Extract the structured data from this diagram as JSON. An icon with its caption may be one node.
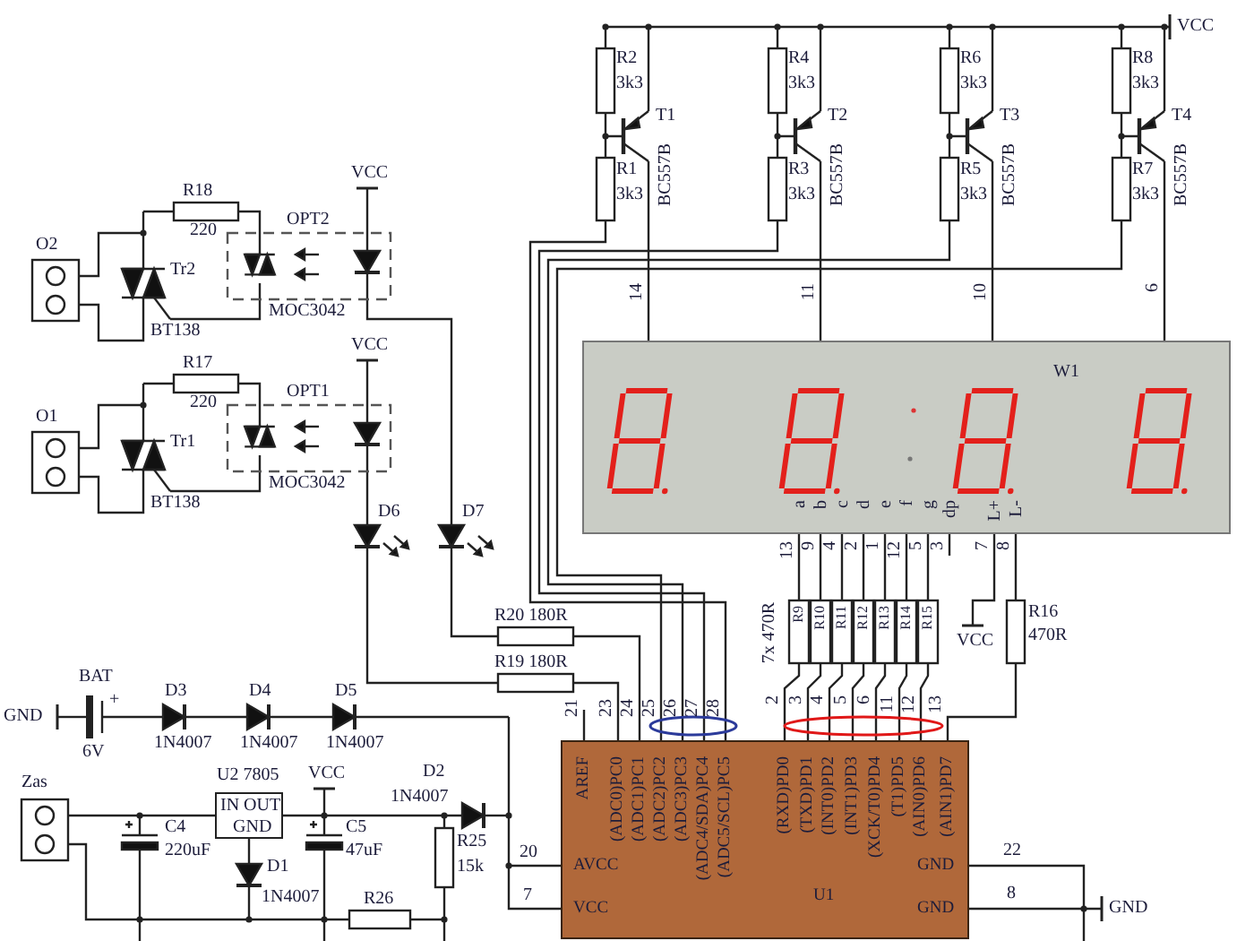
{
  "diagram": {
    "nodes": [
      {
        "text": [
          "W1",
          "a",
          "b",
          "c",
          "d",
          "e",
          "f",
          "g",
          "dp",
          "L+",
          "L-"
        ]
      },
      {
        "text": [
          "AREF",
          "(ADC0)PC0",
          "(ADC1)PC1",
          "(ADC2)PC2",
          "(ADC3)PC3",
          "(ADC4/SDA)PC4",
          "(ADC5/SCL)PC5",
          "(RXD)PD0",
          "(TXD)PD1",
          "(INT0)PD2",
          "(INT1)PD3",
          "(XCK/T0)PD4",
          "(T1)PD5",
          "(AIN0)PD6",
          "(AIN1)PD7",
          "AVCC",
          "VCC",
          "GND",
          "GND",
          "U1"
        ]
      },
      {
        "text": [
          "U2 7805",
          "IN OUT",
          "GND"
        ]
      }
    ],
    "labels": [
      "VCC",
      "R2",
      "3k3",
      "T1",
      "R1",
      "3k3",
      "BC557B",
      "R4",
      "3k3",
      "T2",
      "R3",
      "3k3",
      "BC557B",
      "R6",
      "3k3",
      "T3",
      "R5",
      "3k3",
      "BC557B",
      "R8",
      "3k3",
      "T4",
      "R7",
      "3k3",
      "BC557B",
      "14",
      "11",
      "10",
      "6",
      "O2",
      "R18",
      "220",
      "OPT2",
      "VCC",
      "Tr2",
      "MOC3042",
      "BT138",
      "O1",
      "R17",
      "220",
      "OPT1",
      "VCC",
      "Tr1",
      "MOC3042",
      "BT138",
      "D6",
      "D7",
      "13",
      "9",
      "4",
      "2",
      "1",
      "12",
      "5",
      "3",
      "7",
      "8",
      "7x 470R",
      "R9",
      "R10",
      "R11",
      "R12",
      "R13",
      "R14",
      "R15",
      "VCC",
      "R16",
      "470R",
      "R20 180R",
      "R19 180R",
      "21",
      "23",
      "24",
      "25",
      "26",
      "27",
      "28",
      "2",
      "3",
      "4",
      "5",
      "6",
      "11",
      "12",
      "13",
      "22",
      "8",
      "GND",
      "GND",
      "BAT",
      "+",
      "6V",
      "D3",
      "1N4007",
      "D4",
      "1N4007",
      "D5",
      "1N4007",
      "20",
      "7",
      "Zas",
      "C4",
      "220uF",
      "VCC",
      "C5",
      "47uF",
      "D2",
      "1N4007",
      "D1",
      "1N4007",
      "R25",
      "15k",
      "R26"
    ]
  }
}
